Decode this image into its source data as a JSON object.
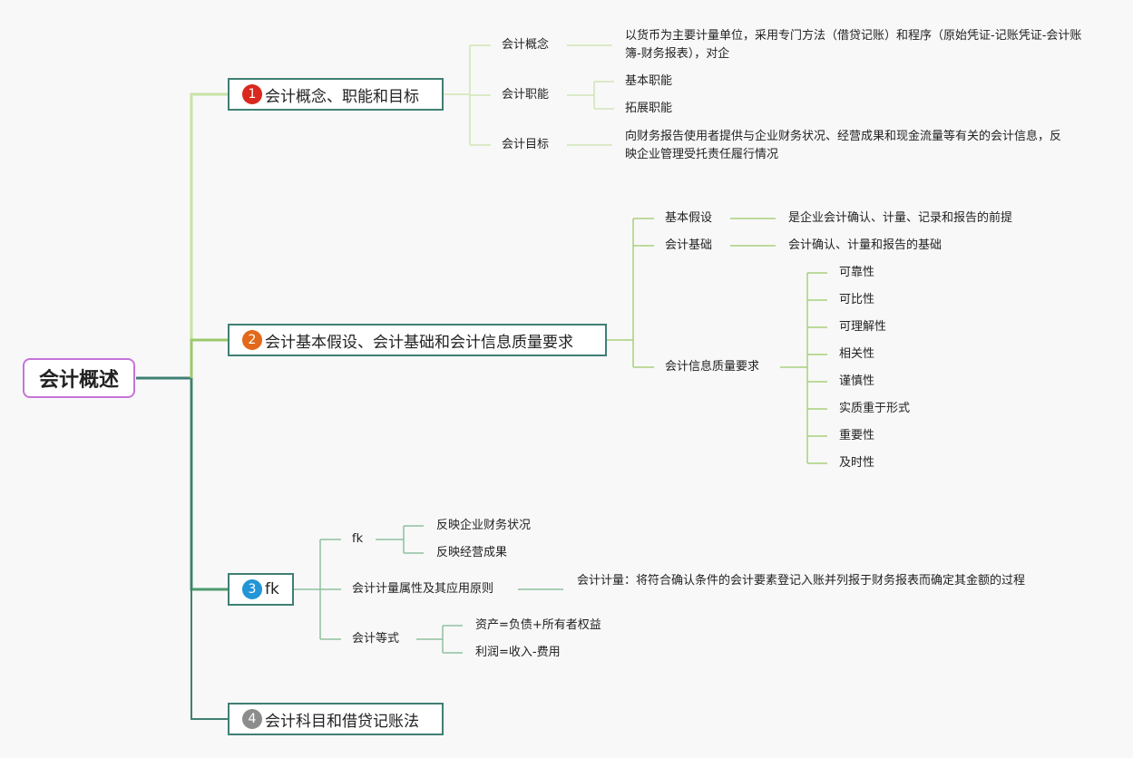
{
  "colors": {
    "root_border": "#c674d9",
    "main_border": "#3f7f74",
    "badge_1": "#d9281e",
    "badge_2": "#e2681a",
    "badge_3": "#2295d6",
    "badge_4": "#8c8c8c"
  },
  "root": {
    "label": "会计概述"
  },
  "topic1": {
    "num": "1",
    "label": "会计概念、职能和目标",
    "concept": {
      "label": "会计概念",
      "text": "以货币为主要计量单位，采用专门方法（借贷记账）和程序（原始凭证-记账凭证-会计账簿-财务报表），对企"
    },
    "function": {
      "label": "会计职能",
      "items": [
        "基本职能",
        "拓展职能"
      ]
    },
    "goal": {
      "label": "会计目标",
      "text": "向财务报告使用者提供与企业财务状况、经营成果和现金流量等有关的会计信息，反映企业管理受托责任履行情况"
    }
  },
  "topic2": {
    "num": "2",
    "label": "会计基本假设、会计基础和会计信息质量要求",
    "assumption": {
      "label": "基本假设",
      "text": "是企业会计确认、计量、记录和报告的前提"
    },
    "basis": {
      "label": "会计基础",
      "text": "会计确认、计量和报告的基础"
    },
    "quality": {
      "label": "会计信息质量要求",
      "items": [
        "可靠性",
        "可比性",
        "可理解性",
        "相关性",
        "谨慎性",
        "实质重于形式",
        "重要性",
        "及时性"
      ]
    }
  },
  "topic3": {
    "num": "3",
    "label": "fk",
    "fk": {
      "label": "fk",
      "items": [
        "反映企业财务状况",
        "反映经营成果"
      ]
    },
    "measure": {
      "label": "会计计量属性及其应用原则",
      "text": "会计计量：将符合确认条件的会计要素登记入账并列报于财务报表而确定其金额的过程"
    },
    "equation": {
      "label": "会计等式",
      "items": [
        "资产=负债+所有者权益",
        "利润=收入-费用"
      ]
    }
  },
  "topic4": {
    "num": "4",
    "label": "会计科目和借贷记账法"
  }
}
